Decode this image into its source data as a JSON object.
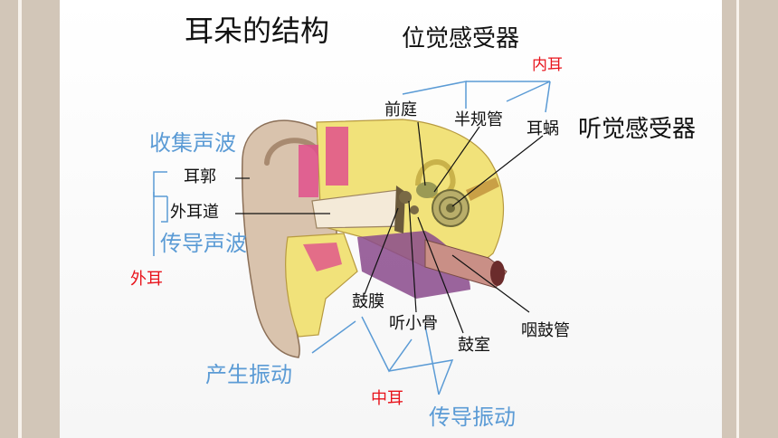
{
  "title": "耳朵的结构",
  "labels": {
    "position_receptor": "位觉感受器",
    "inner_ear": "内耳",
    "vestibule": "前庭",
    "semicircular_canals": "半规管",
    "cochlea": "耳蜗",
    "hearing_receptor": "听觉感受器",
    "collect_sound": "收集声波",
    "auricle": "耳郭",
    "ear_canal": "外耳道",
    "conduct_sound": "传导声波",
    "outer_ear": "外耳",
    "eardrum": "鼓膜",
    "ossicles": "听小骨",
    "tympanic_cavity": "鼓室",
    "eustachian_tube": "咽鼓管",
    "produce_vibration": "产生振动",
    "middle_ear": "中耳",
    "conduct_vibration": "传导振动"
  },
  "colors": {
    "label_black": "#111111",
    "function_blue": "#5b9bd5",
    "part_red": "#e8141c",
    "frame": "#d2c6b8",
    "skin": "#d9c3ad",
    "cartilage": "#f1e27a",
    "tissue_pink": "#e0508c",
    "membrane_purple": "#8a4a8c"
  }
}
